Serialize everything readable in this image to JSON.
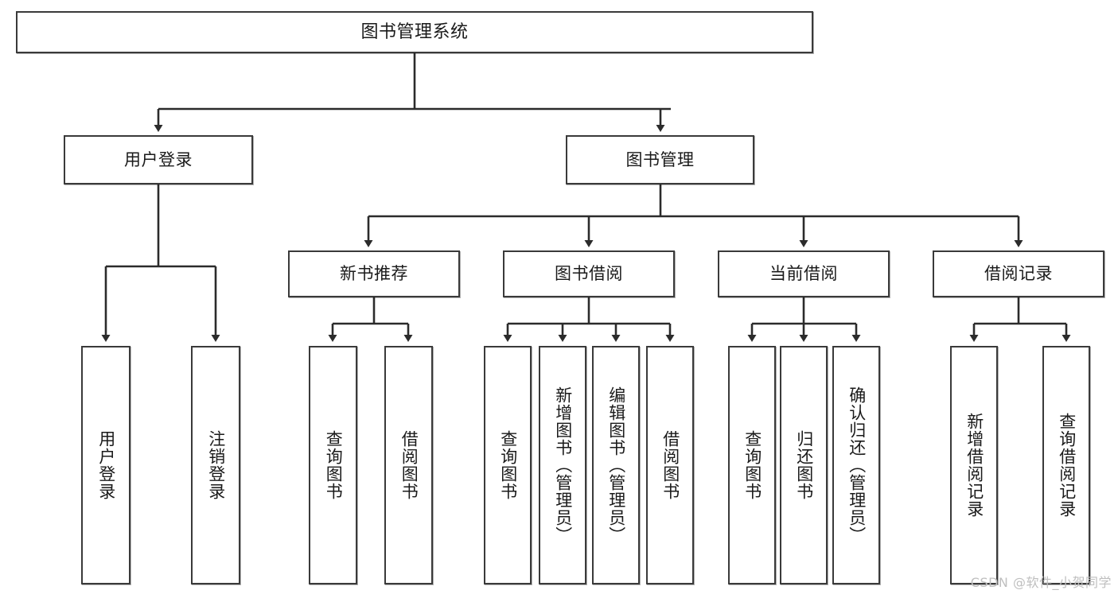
{
  "diagram": {
    "title": "图书管理系统",
    "type": "tree",
    "watermark": "CSDN @软件_小贺同学",
    "colors": {
      "box_border": "#3a3a3a",
      "box_fill": "#ffffff",
      "edge": "#2b2b2b",
      "text": "#1a1a1a",
      "watermark": "#bfbfbf"
    },
    "nodes": {
      "root": {
        "label": "图书管理系统"
      },
      "level2": [
        {
          "id": "user-login",
          "label": "用户登录"
        },
        {
          "id": "book-manage",
          "label": "图书管理"
        }
      ],
      "level3": [
        {
          "id": "new-book-recommend",
          "label": "新书推荐"
        },
        {
          "id": "book-borrow",
          "label": "图书借阅"
        },
        {
          "id": "current-borrow",
          "label": "当前借阅"
        },
        {
          "id": "borrow-record",
          "label": "借阅记录"
        }
      ],
      "leaves": {
        "user-login": [
          {
            "id": "leaf-user-login",
            "label": "用户登录"
          },
          {
            "id": "leaf-logout-login",
            "label": "注销登录"
          }
        ],
        "new-book-recommend": [
          {
            "id": "leaf-query-book-1",
            "label": "查询图书"
          },
          {
            "id": "leaf-borrow-book-1",
            "label": "借阅图书"
          }
        ],
        "book-borrow": [
          {
            "id": "leaf-query-book-2",
            "label": "查询图书"
          },
          {
            "id": "leaf-add-book",
            "label": "新增图书（管理员）"
          },
          {
            "id": "leaf-edit-book",
            "label": "编辑图书（管理员）"
          },
          {
            "id": "leaf-borrow-book-2",
            "label": "借阅图书"
          }
        ],
        "current-borrow": [
          {
            "id": "leaf-query-book-3",
            "label": "查询图书"
          },
          {
            "id": "leaf-return-book",
            "label": "归还图书"
          },
          {
            "id": "leaf-confirm-return",
            "label": "确认归还（管理员）"
          }
        ],
        "borrow-record": [
          {
            "id": "leaf-add-record",
            "label": "新增借阅记录"
          },
          {
            "id": "leaf-query-record",
            "label": "查询借阅记录"
          }
        ]
      }
    }
  }
}
